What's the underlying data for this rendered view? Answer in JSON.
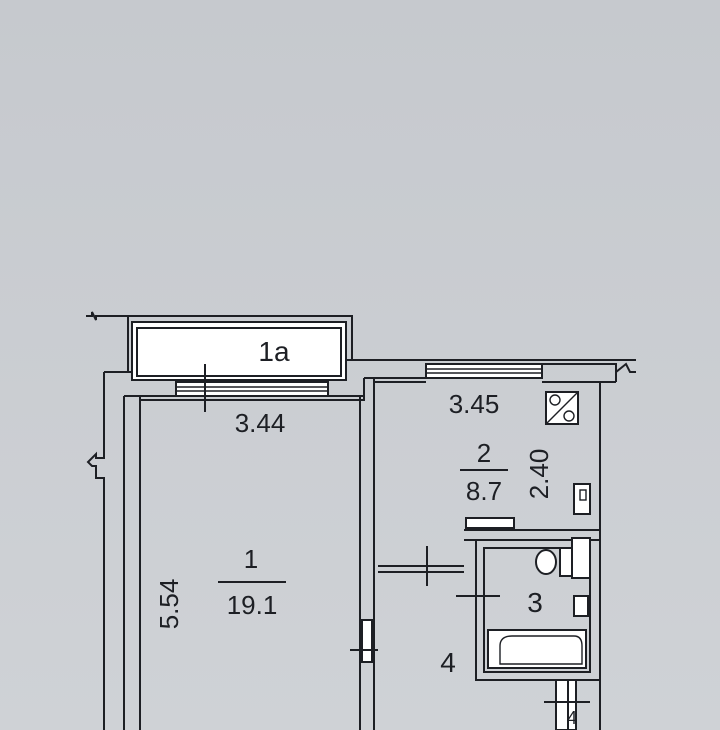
{
  "plan": {
    "balcony": {
      "label": "1a"
    },
    "rooms": [
      {
        "number": "1",
        "area": "19.1",
        "width": "3.44",
        "length": "5.54"
      },
      {
        "number": "2",
        "area": "8.7",
        "width": "3.45",
        "length": "2.40"
      },
      {
        "number": "3"
      },
      {
        "number": "4"
      }
    ],
    "cut_label": "4",
    "colors": {
      "paper": "#c9ccd1",
      "line": "#1d1f24",
      "wall": "#ffffff"
    }
  }
}
